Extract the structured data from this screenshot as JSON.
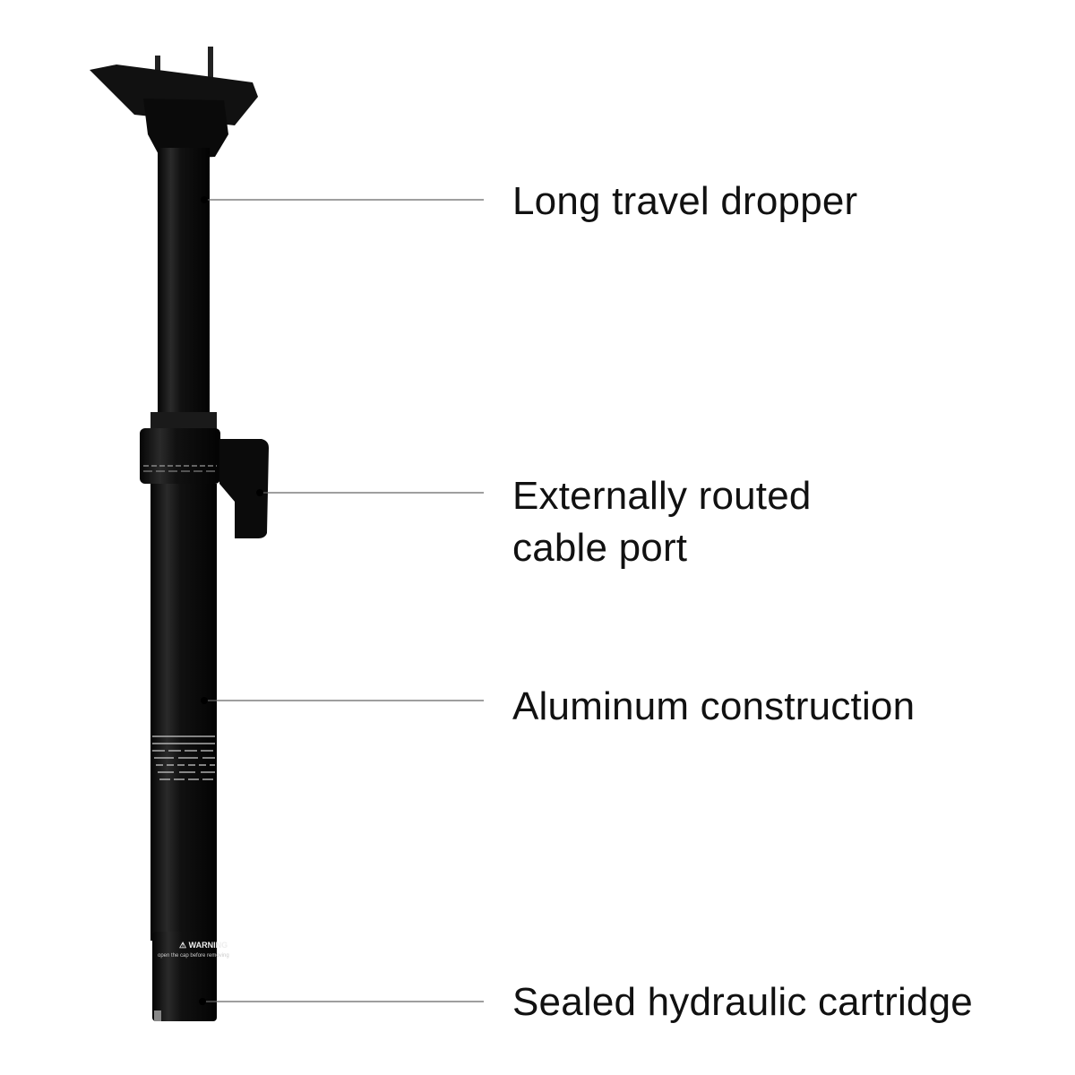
{
  "product": {
    "name_icon": "dropper-seatpost-image",
    "warning_text": "WARNING",
    "warning_subtext": "open the cap before removing",
    "colors": {
      "body": "#0d0d0d",
      "highlight": "#3a3a3a",
      "line": "#555555",
      "text": "#111111"
    }
  },
  "callouts": [
    {
      "label": "Long travel dropper"
    },
    {
      "label": "Externally routed cable port"
    },
    {
      "label": "Aluminum construction"
    },
    {
      "label": "Sealed hydraulic cartridge"
    }
  ],
  "callout_lines": {
    "line1": "Externally routed",
    "line2": "cable port"
  }
}
